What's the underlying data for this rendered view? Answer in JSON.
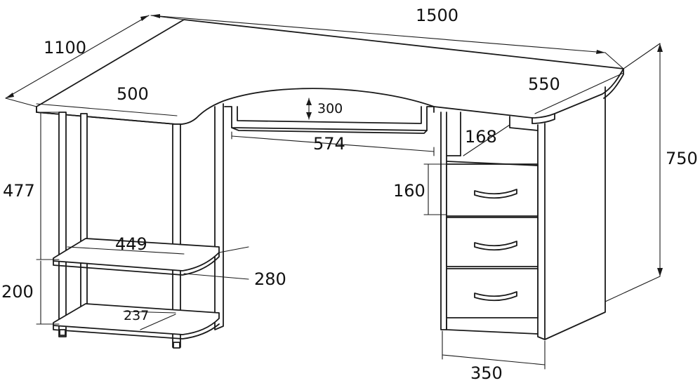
{
  "dimensions": {
    "width_total": "1500",
    "depth_left": "1100",
    "top_left_width": "500",
    "top_right_width": "550",
    "keyboard_depth": "300",
    "keyboard_width": "574",
    "niche_height": "168",
    "height_total": "750",
    "drawer_height": "160",
    "left_upper_height": "477",
    "left_lower_height": "200",
    "shelf_width": "449",
    "shelf_depth": "280",
    "lower_shelf_inner": "237",
    "cabinet_width": "350"
  }
}
